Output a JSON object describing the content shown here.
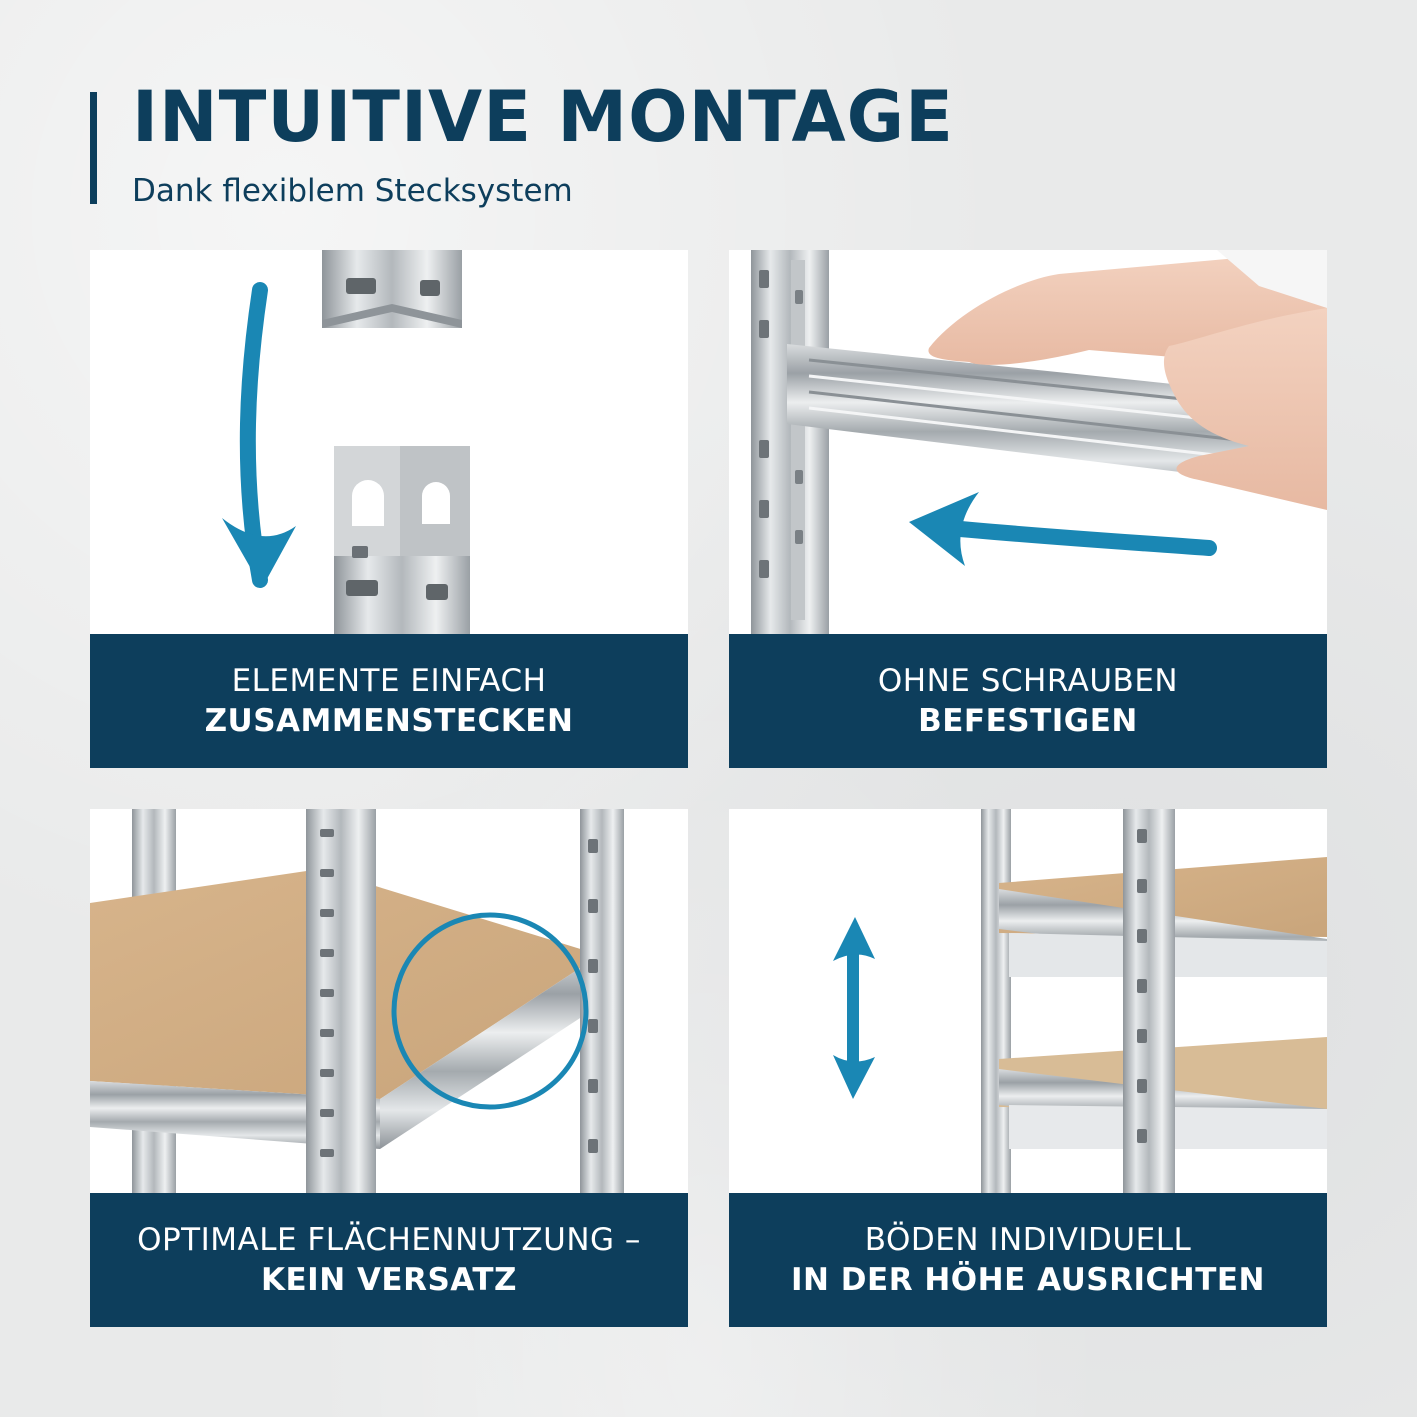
{
  "header": {
    "title": "INTUITIVE MONTAGE",
    "subtitle": "Dank flexiblem Stecksystem"
  },
  "colors": {
    "brand_navy": "#0d3e5c",
    "accent_blue": "#1a87b4",
    "caption_text": "#ffffff"
  },
  "cards": [
    {
      "line1": "ELEMENTE EINFACH",
      "line2": "ZUSAMMENSTECKEN",
      "icon": "arrow-down-icon"
    },
    {
      "line1": "OHNE SCHRAUBEN",
      "line2": "BEFESTIGEN",
      "icon": "arrow-left-icon"
    },
    {
      "line1": "OPTIMALE FLÄCHENNUTZUNG –",
      "line2": "KEIN VERSATZ",
      "icon": "magnifier-circle-icon"
    },
    {
      "line1": "BÖDEN INDIVIDUELL",
      "line2": "IN DER HÖHE AUSRICHTEN",
      "icon": "arrow-up-down-icon"
    }
  ]
}
